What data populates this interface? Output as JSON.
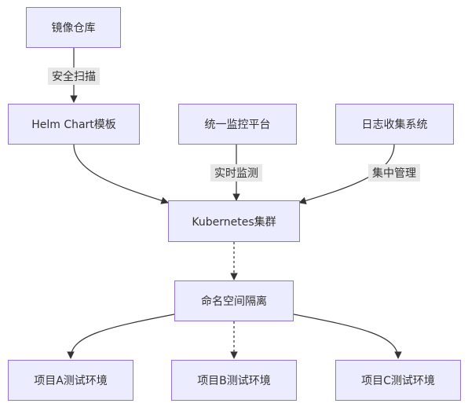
{
  "nodes": {
    "registry": "镜像仓库",
    "helm": "Helm Chart模板",
    "monitor": "统一监控平台",
    "logs": "日志收集系统",
    "k8s": "Kubernetes集群",
    "namespace": "命名空间隔离",
    "proj_a": "项目A测试环境",
    "proj_b": "项目B测试环境",
    "proj_c": "项目C测试环境"
  },
  "edges": {
    "registry_helm": "安全扫描",
    "monitor_k8s": "实时监测",
    "logs_k8s": "集中管理"
  },
  "colors": {
    "node_fill": "#ececff",
    "node_border": "#9370db",
    "edge": "#333333",
    "label_bg": "#e8e8e8"
  }
}
